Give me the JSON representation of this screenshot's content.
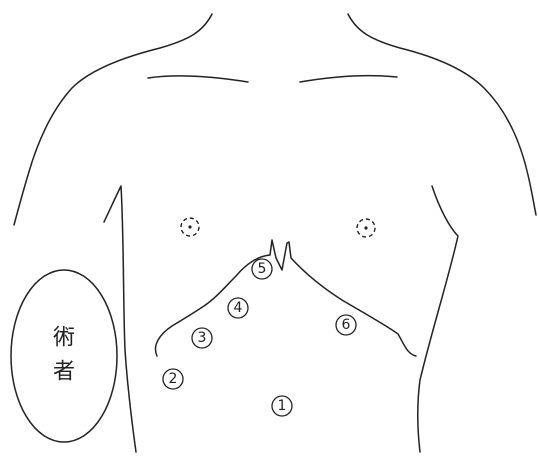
{
  "surgeon": {
    "label_line1": "術",
    "label_line2": "者"
  },
  "ports": [
    {
      "id": "1"
    },
    {
      "id": "2"
    },
    {
      "id": "3"
    },
    {
      "id": "4"
    },
    {
      "id": "5"
    },
    {
      "id": "6"
    }
  ]
}
